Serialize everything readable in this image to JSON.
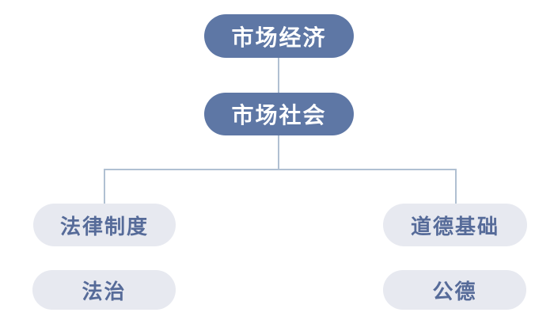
{
  "diagram": {
    "type": "flowchart",
    "background": "#ffffff",
    "colors": {
      "primary_node_bg": "#5e77a5",
      "primary_node_text": "#ffffff",
      "secondary_node_bg": "#e7e9f0",
      "secondary_node_text": "#566b99",
      "connector": "#b0c0d2"
    },
    "nodes": [
      {
        "id": "market-economy",
        "label": "市场经济",
        "level": 1,
        "style": "primary"
      },
      {
        "id": "market-society",
        "label": "市场社会",
        "level": 2,
        "style": "primary"
      },
      {
        "id": "legal-system",
        "label": "法律制度",
        "level": 3,
        "branch": "left",
        "style": "secondary"
      },
      {
        "id": "moral-foundation",
        "label": "道德基础",
        "level": 3,
        "branch": "right",
        "style": "secondary"
      },
      {
        "id": "rule-of-law",
        "label": "法治",
        "level": 4,
        "branch": "left",
        "style": "secondary"
      },
      {
        "id": "public-morality",
        "label": "公德",
        "level": 4,
        "branch": "right",
        "style": "secondary"
      }
    ],
    "edges": [
      {
        "from": "market-economy",
        "to": "market-society"
      },
      {
        "from": "market-society",
        "to": "legal-system"
      },
      {
        "from": "market-society",
        "to": "moral-foundation"
      }
    ]
  }
}
